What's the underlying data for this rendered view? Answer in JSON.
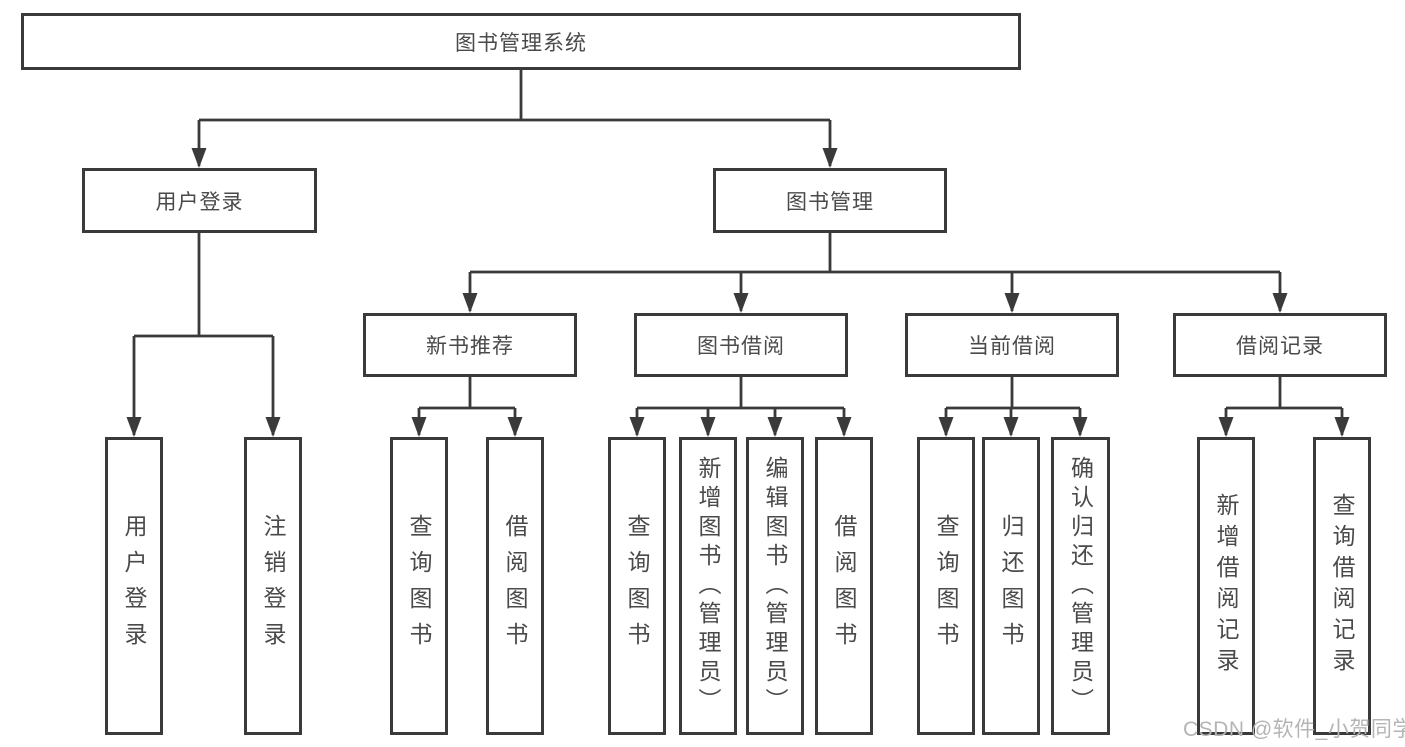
{
  "diagram": {
    "tree": {
      "label": "图书管理系统",
      "children": [
        {
          "label": "用户登录",
          "children": [
            {
              "label": "用户登录"
            },
            {
              "label": "注销登录"
            }
          ]
        },
        {
          "label": "图书管理",
          "children": [
            {
              "label": "新书推荐",
              "children": [
                {
                  "label": "查询图书"
                },
                {
                  "label": "借阅图书"
                }
              ]
            },
            {
              "label": "图书借阅",
              "children": [
                {
                  "label": "查询图书"
                },
                {
                  "label": "新增图书（管理员）"
                },
                {
                  "label": "编辑图书（管理员）"
                },
                {
                  "label": "借阅图书"
                }
              ]
            },
            {
              "label": "当前借阅",
              "children": [
                {
                  "label": "查询图书"
                },
                {
                  "label": "归还图书"
                },
                {
                  "label": "确认归还（管理员）"
                }
              ]
            },
            {
              "label": "借阅记录",
              "children": [
                {
                  "label": "新增借阅记录"
                },
                {
                  "label": "查询借阅记录"
                }
              ]
            }
          ]
        }
      ]
    },
    "watermark": "CSDN @软件_小贺同学",
    "colors": {
      "line": "#3a3a3a",
      "text": "#4a4a4a",
      "watermark": "#b5b5b5",
      "background": "#ffffff"
    }
  }
}
